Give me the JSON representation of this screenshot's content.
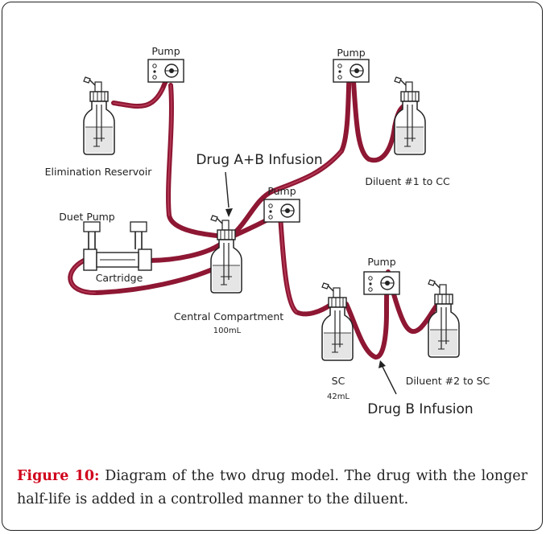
{
  "figure": {
    "caption_label": "Figure 10:",
    "caption_text": " Diagram of the two drug model. The drug with the longer half-life is added in a controlled manner to the diluent."
  },
  "labels": {
    "pump_top_left": "Pump",
    "pump_top_right": "Pump",
    "pump_center": "Pump",
    "pump_lower_right": "Pump",
    "elimination_reservoir": "Elimination Reservoir",
    "diluent_1": "Diluent #1 to CC",
    "duet_pump": "Duet Pump",
    "cartridge": "Cartridge",
    "central_compartment": "Central Compartment",
    "central_volume": "100mL",
    "sc": "SC",
    "sc_volume": "42mL",
    "diluent_2": "Diluent #2 to SC",
    "drug_ab_infusion": "Drug A+B Infusion",
    "drug_b_infusion": "Drug B Infusion"
  },
  "colors": {
    "tubing": "#8e1733",
    "caption_label": "#d0021b",
    "ink": "#222222"
  },
  "icons": [
    "pump-icon",
    "bottle-icon",
    "cartridge-icon",
    "stopcock-icon"
  ]
}
